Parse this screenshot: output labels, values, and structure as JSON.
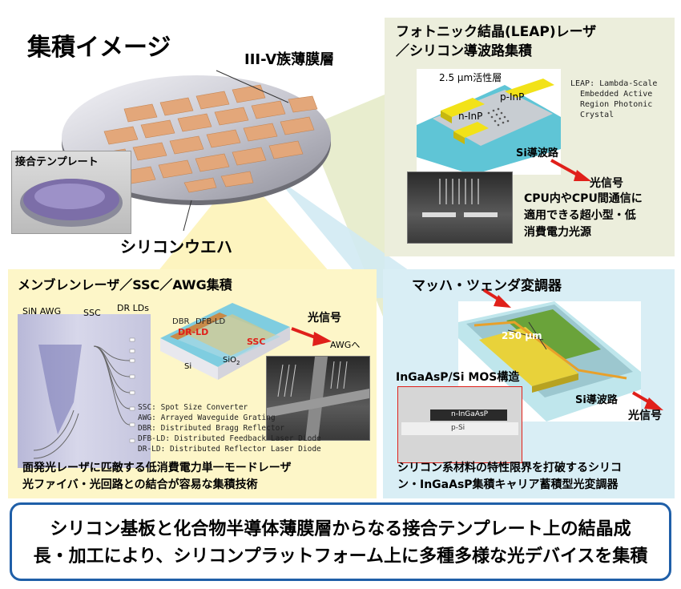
{
  "title": "集積イメージ",
  "wafer": {
    "film_label": "III-V族薄膜層",
    "template_label": "接合テンプレート",
    "silicon_label": "シリコンウエハ"
  },
  "photonic": {
    "heading_line1": "フォトニック結晶(LEAP)レーザ",
    "heading_line2": "／シリコン導波路集積",
    "active_label": "2.5 μm活性層",
    "p_inp": "p-InP",
    "n_inp": "n-InP",
    "si_wg": "Si導波路",
    "optical_signal": "光信号",
    "leap_note": [
      "LEAP: Lambda-Scale",
      "Embedded Active",
      "Region Photonic Crystal"
    ],
    "desc": [
      "CPU内やCPU間通信に",
      "適用できる超小型・低",
      "消費電力光源"
    ]
  },
  "membrane": {
    "heading": "メンブレンレーザ／SSC／AWG集積",
    "sin_awg": "SiN AWG",
    "ssc": "SSC",
    "dr_lds": "DR LDs",
    "dbr": "DBR",
    "dfb_ld": "DFB-LD",
    "dr_ld": "DR-LD",
    "ssc_label": "SSC",
    "si": "Si",
    "sio2": "SiO",
    "sio2_sub": "2",
    "optical_signal": "光信号",
    "to_awg": "AWGへ",
    "notes": [
      "SSC: Spot Size Converter",
      "AWG: Arrayed Waveguide Grating",
      "DBR: Distributed Bragg Reflector",
      "DFB-LD: Distributed Feedback Laser Diode",
      "DR-LD: Distributed Reflector Laser Diode"
    ],
    "desc": [
      "面発光レーザに匹敵する低消費電力単一モードレーザ",
      "光ファイバ・光回路との結合が容易な集積技術"
    ]
  },
  "mach": {
    "heading": "マッハ・ツェンダ変調器",
    "length": "250 μm",
    "mos": "InGaAsP/Si MOS構造",
    "n_ingaasp": "n-InGaAsP",
    "p_si": "p-Si",
    "si_wg": "Si導波路",
    "optical_signal": "光信号",
    "desc": [
      "シリコン系材料の特性限界を打破するシリコ",
      "ン・InGaAsP集積キャリア蓄積型光変調器"
    ]
  },
  "summary": [
    "シリコン基板と化合物半導体薄膜層からなる接合テンプレート上の結晶成",
    "長・加工により、シリコンプラットフォーム上に多種多様な光デバイスを集積"
  ],
  "colors": {
    "photonic_bg": "#eceedc",
    "membrane_bg": "#fdf6c8",
    "mach_bg": "#d9eef5",
    "summary_border": "#1f5fa8",
    "tile": "#e3a77a",
    "arrow_red": "#e0201a"
  }
}
